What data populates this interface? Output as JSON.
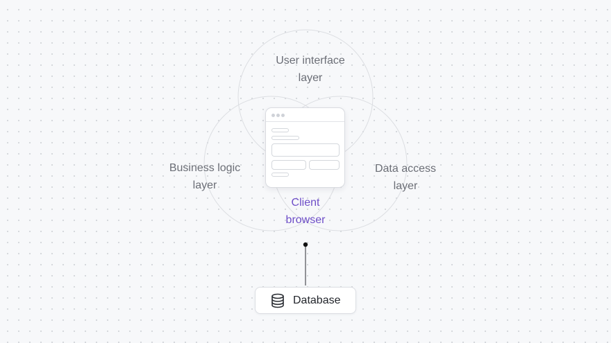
{
  "diagram": {
    "circles": {
      "user_interface": {
        "lines": [
          "User interface",
          "layer"
        ]
      },
      "business_logic": {
        "lines": [
          "Business logic",
          "layer"
        ]
      },
      "data_access": {
        "lines": [
          "Data access",
          "layer"
        ]
      }
    },
    "client": {
      "lines": [
        "Client",
        "browser"
      ],
      "color": "#6e4ec8"
    },
    "database": {
      "label": "Database",
      "icon": "database-icon"
    },
    "colors": {
      "circle_stroke": "#dcdee2",
      "label_text": "#6b6e76",
      "connector": "#111111",
      "background": "#f7f8fa",
      "grid_dot": "#d4d6db"
    }
  }
}
